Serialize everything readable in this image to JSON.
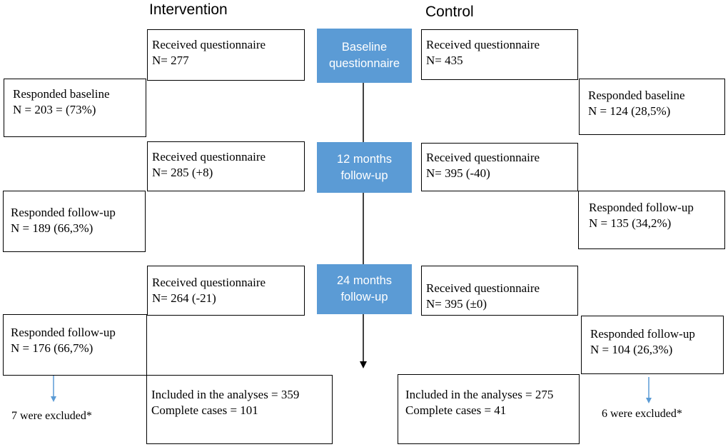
{
  "groups": {
    "intervention": "Intervention",
    "control": "Control"
  },
  "stages": {
    "baseline": [
      "Baseline",
      "questionnaire"
    ],
    "m12": [
      "12 months",
      "follow-up"
    ],
    "m24": [
      "24 months",
      "follow-up"
    ]
  },
  "intervention": {
    "received_baseline": [
      "Received questionnaire",
      "N= 277"
    ],
    "responded_baseline": [
      "Responded baseline",
      "N = 203 = (73%)"
    ],
    "received_12": [
      "Received questionnaire",
      "N= 285 (+8)"
    ],
    "responded_12": [
      "Responded follow-up",
      "N = 189 (66,3%)"
    ],
    "received_24": [
      "Received questionnaire",
      "N= 264 (-21)"
    ],
    "responded_24": [
      "Responded follow-up",
      " N = 176 (66,7%)"
    ],
    "excluded": "7 were excluded*",
    "final": [
      "Included in the analyses = 359",
      "Complete cases = 101"
    ]
  },
  "control": {
    "received_baseline": [
      "Received questionnaire",
      "N= 435"
    ],
    "responded_baseline": [
      "Responded baseline",
      "N = 124 (28,5%)"
    ],
    "received_12": [
      "Received questionnaire",
      "N= 395 (-40)"
    ],
    "responded_12": [
      "Responded follow-up",
      "N = 135 (34,2%)"
    ],
    "received_24": [
      "Received questionnaire",
      "N= 395 (±0)"
    ],
    "responded_24": [
      "Responded follow-up",
      "N = 104 (26,3%)"
    ],
    "excluded": "6 were excluded*",
    "final": [
      "Included in the analyses = 275",
      "Complete cases = 41"
    ]
  },
  "colors": {
    "stage_fill": "#5b9bd5",
    "stage_text": "#ffffff",
    "arrow_exclusion": "#5b9bd5",
    "timeline": "#000000"
  }
}
